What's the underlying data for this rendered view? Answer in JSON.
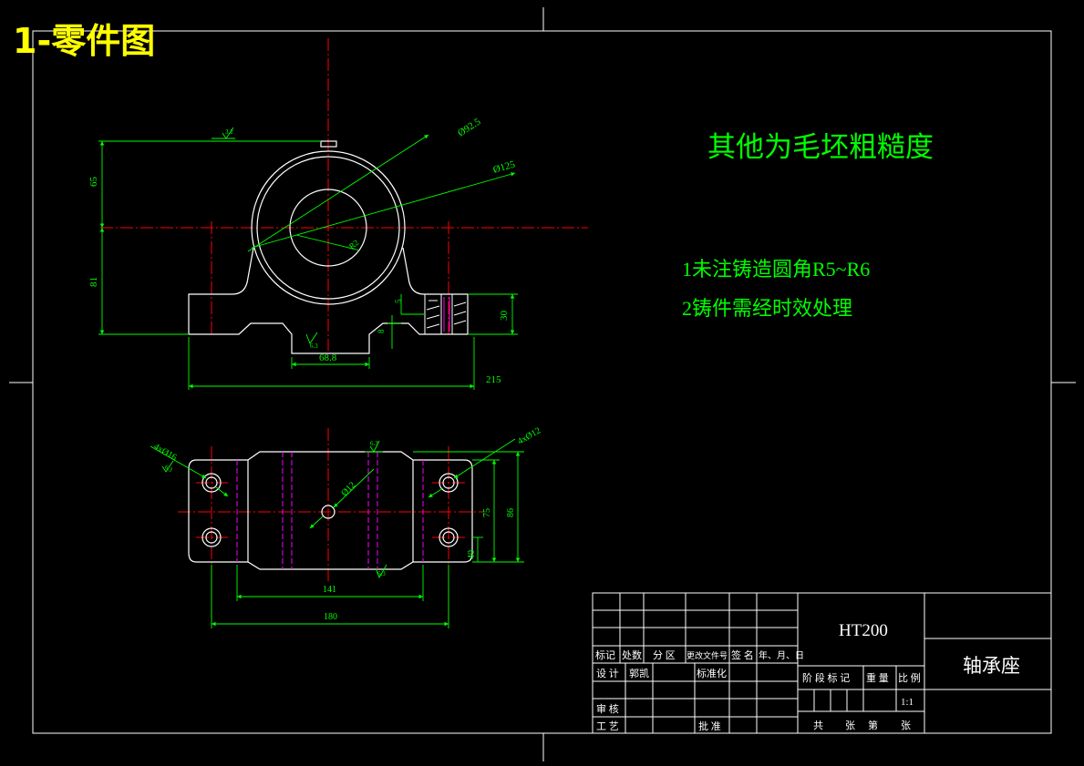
{
  "sheet_title": "1-零件图",
  "notes": {
    "roughness_note": "其他为毛坯粗糙度",
    "note_1": "1未注铸造圆角R5~R6",
    "note_2": "2铸件需经时效处理"
  },
  "front_view": {
    "dims": {
      "height_65": "65",
      "height_81": "81",
      "dia_92_5": "Ø92.5",
      "dia_125": "Ø125",
      "r_inner": "R2",
      "depth_5": "5",
      "height_30": "30",
      "width_68_8": "68.8",
      "width_215": "215",
      "gap_8": "8",
      "rough_top": "3.2",
      "rough_bottom": "6.3"
    }
  },
  "top_view": {
    "dims": {
      "holes_left": "4xØ16",
      "holes_right": "4xØ12",
      "rough_left": "6.3",
      "center_hole": "Ø12",
      "rough_top": "6.3",
      "rough_bottom": "6.3",
      "width_141": "141",
      "width_180": "180",
      "height_75": "75",
      "height_86": "86",
      "height_40": "40"
    }
  },
  "title_block": {
    "material": "HT200",
    "part_name": "轴承座",
    "headers": [
      "标记",
      "处数",
      "分 区",
      "更改文件号",
      "签 名",
      "年、月、日"
    ],
    "design_label": "设 计",
    "designer": "郭凯",
    "standardize_label": "标准化",
    "review_label": "审 核",
    "process_label": "工 艺",
    "approve_label": "批 准",
    "stage_label": "阶 段 标 记",
    "weight_label": "重 量",
    "scale_label": "比 例",
    "scale_value": "1:1",
    "sheets_total_label": "共",
    "sheets_unit_1": "张",
    "sheets_no_label": "第",
    "sheets_unit_2": "张"
  },
  "colors": {
    "background": "#000000",
    "outline": "#ffffff",
    "dimension": "#00ff00",
    "centerline": "#ff0000",
    "hidden": "#ff00ff",
    "title": "#ffff00"
  }
}
